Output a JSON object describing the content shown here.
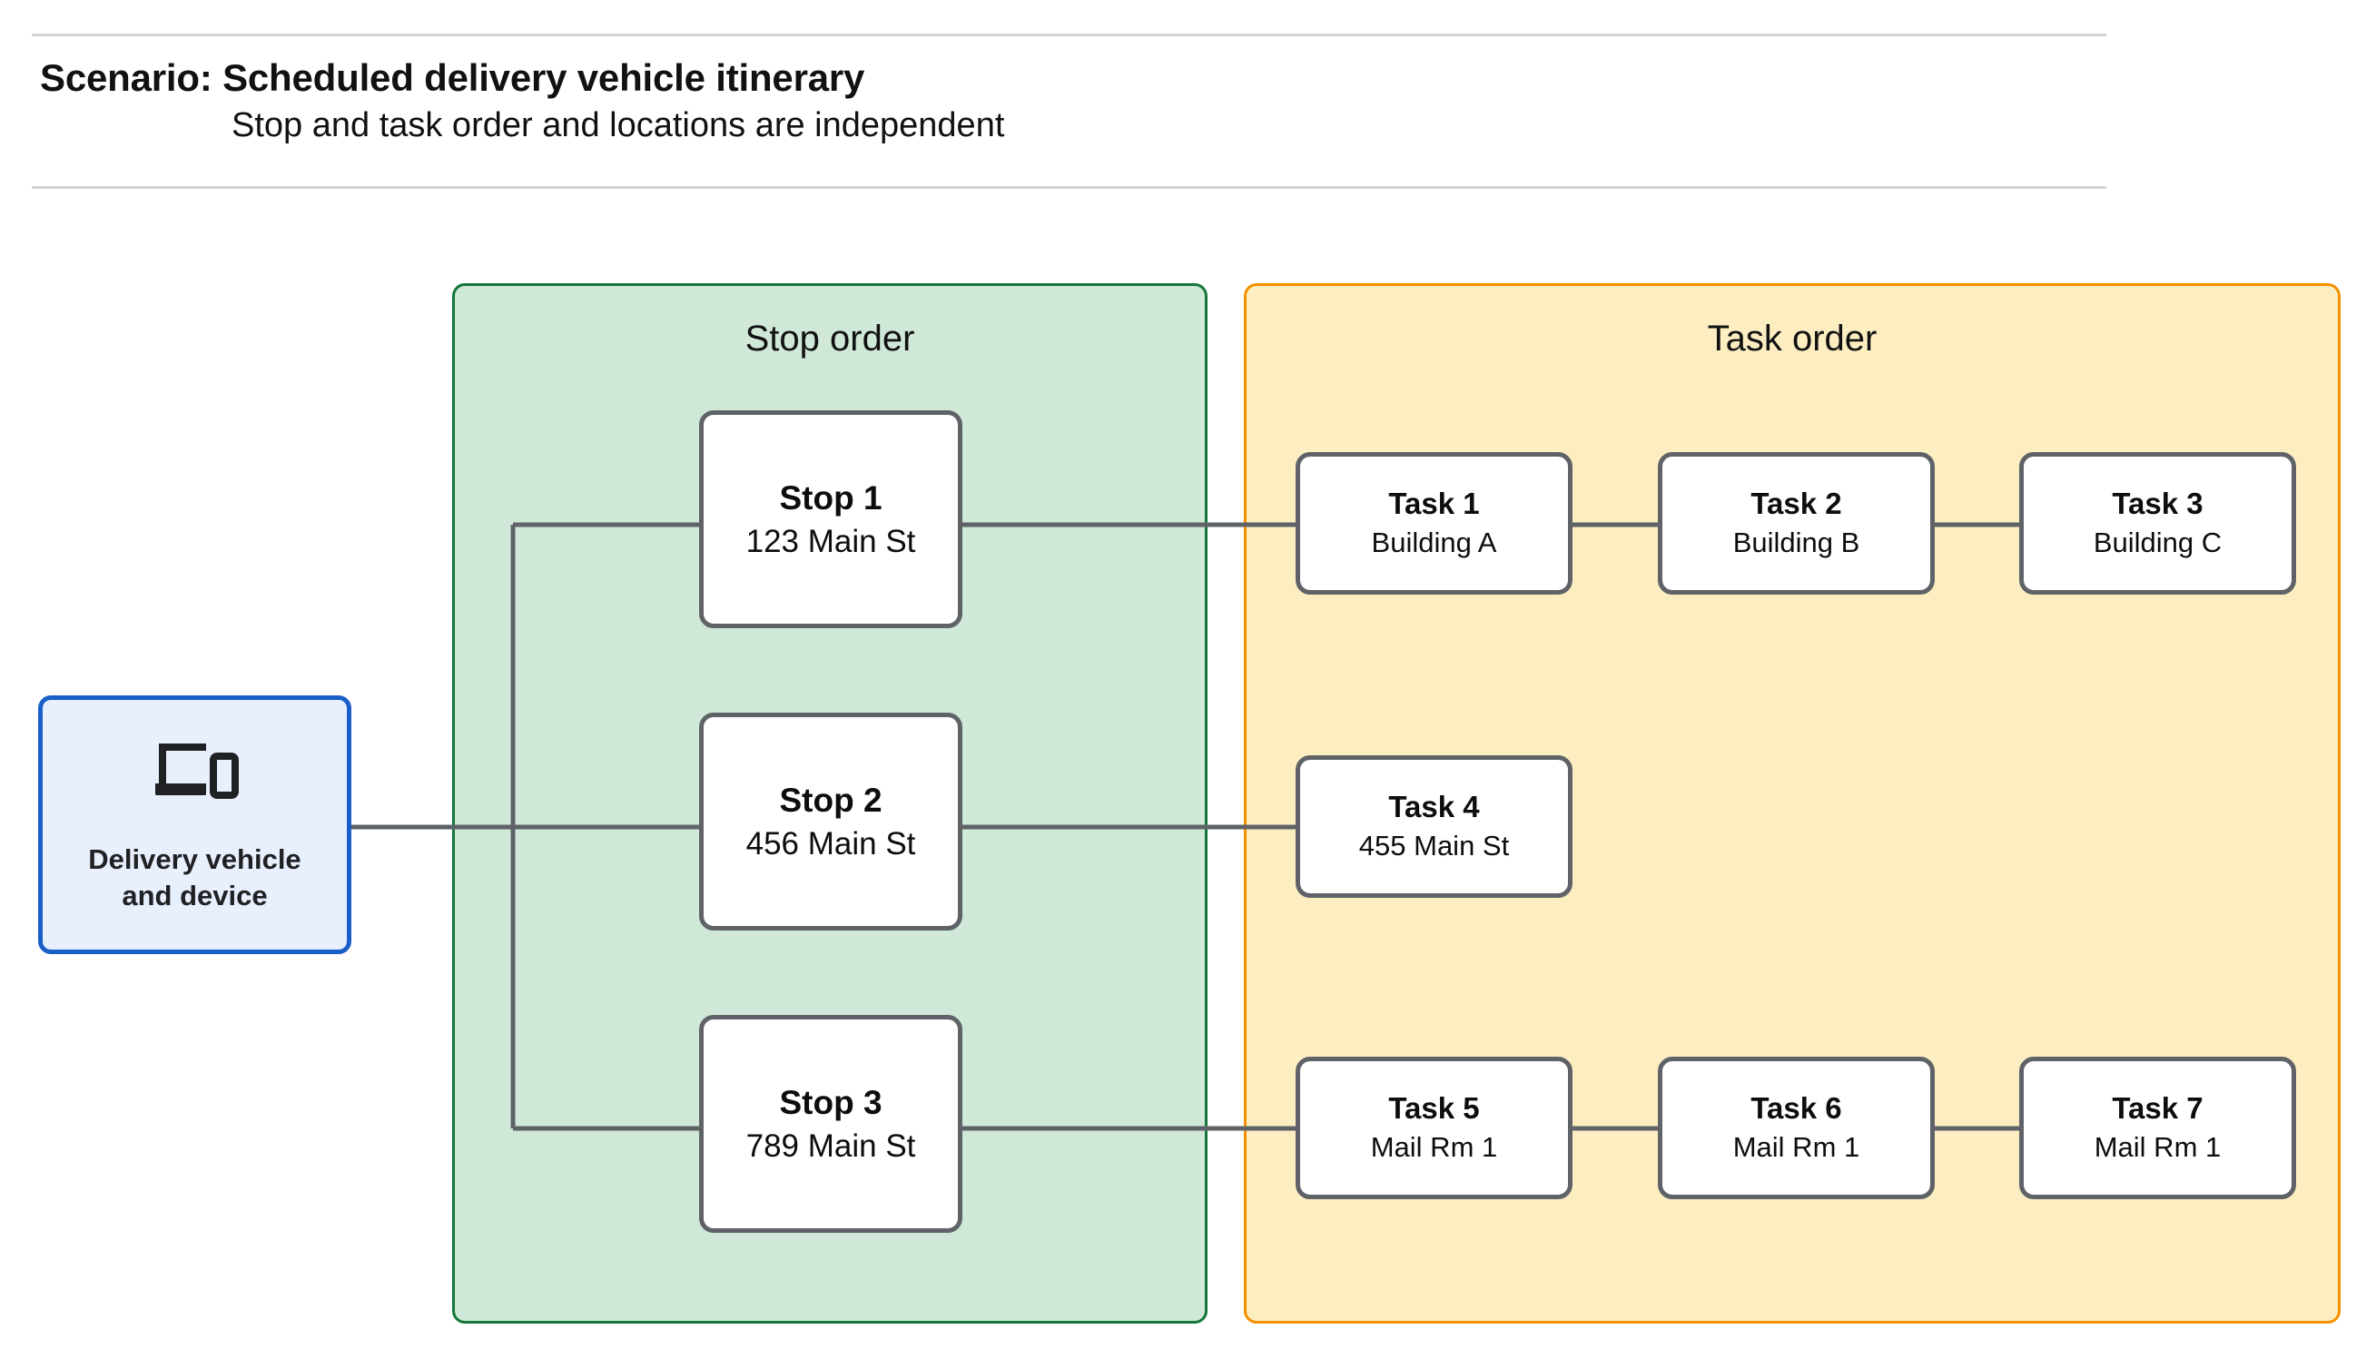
{
  "header": {
    "title": "Scenario: Scheduled delivery vehicle itinerary",
    "subtitle": "Stop and task order and locations are independent"
  },
  "diagram": {
    "source_node": {
      "label": "Delivery vehicle\nand device",
      "icon": "devices-icon",
      "border_color": "#1a5fc8",
      "fill_color": "#e8f0fe"
    },
    "groups": [
      {
        "id": "stop-order",
        "title": "Stop order",
        "border_color": "#14763a",
        "fill_color": "#cfe8d7",
        "nodes": [
          {
            "title": "Stop 1",
            "subtitle": "123 Main St"
          },
          {
            "title": "Stop 2",
            "subtitle": "456 Main St"
          },
          {
            "title": "Stop 3",
            "subtitle": "789 Main St"
          }
        ]
      },
      {
        "id": "task-order",
        "title": "Task order",
        "border_color": "#f59100",
        "fill_color": "#fdeec2",
        "rows": [
          [
            {
              "title": "Task 1",
              "subtitle": "Building A"
            },
            {
              "title": "Task 2",
              "subtitle": "Building B"
            },
            {
              "title": "Task 3",
              "subtitle": "Building C"
            }
          ],
          [
            {
              "title": "Task 4",
              "subtitle": "455 Main St"
            }
          ],
          [
            {
              "title": "Task 5",
              "subtitle": "Mail Rm 1"
            },
            {
              "title": "Task 6",
              "subtitle": "Mail Rm 1"
            },
            {
              "title": "Task 7",
              "subtitle": "Mail Rm 1"
            }
          ]
        ]
      }
    ],
    "connector_color": "#5f6368",
    "node_border_color": "#5f6368"
  }
}
